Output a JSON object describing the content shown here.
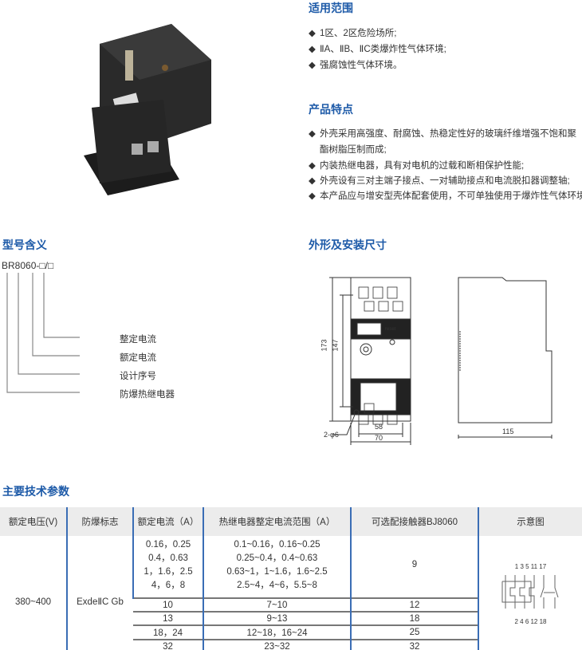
{
  "scope": {
    "title": "适用范围",
    "items": [
      "1区、2区危险场所;",
      "ⅡA、ⅡB、ⅡC类爆炸性气体环境;",
      "强腐蚀性气体环境。"
    ]
  },
  "features": {
    "title": "产品特点",
    "items": [
      "外壳采用高强度、耐腐蚀、热稳定性好的玻璃纤维增强不饱和聚酯树脂压制而成;",
      "内装热继电器，具有对电机的过载和断相保护性能;",
      "外壳设有三对主端子接点、一对辅助接点和电流脱扣器调整轴;",
      "本产品应与增安型壳体配套使用，不可单独使用于爆炸性气体环境。"
    ],
    "item1_line1": "外壳采用高强度、耐腐蚀、热稳定性好的玻璃纤维增强不饱和聚",
    "item1_line2": "酯树脂压制而成;"
  },
  "model": {
    "title": "型号含义",
    "code": "BR8060-□/□",
    "labels": [
      "整定电流",
      "额定电流",
      "设计序号",
      "防爆热继电器"
    ]
  },
  "dimensions": {
    "title": "外形及安装尺寸",
    "h173": "173",
    "h147": "147",
    "w58": "58",
    "w70": "70",
    "hole": "2-φ6",
    "depth": "115",
    "reset": "reset"
  },
  "specs": {
    "title": "主要技术参数",
    "headers": [
      "额定电压(V)",
      "防爆标志",
      "额定电流（A）",
      "热继电器整定电流范围（A）",
      "可选配接触器BJ8060",
      "示意图"
    ],
    "voltage": "380~400",
    "mark": "ExdeⅡC Gb",
    "rows": [
      {
        "current": [
          "0.16，0.25",
          "0.4，0.63",
          "1，1.6，2.5",
          "4，6，8"
        ],
        "range": [
          "0.1~0.16，0.16~0.25",
          "0.25~0.4，0.4~0.63",
          "0.63~1，1~1.6，1.6~2.5",
          "2.5~4，4~6，5.5~8"
        ],
        "contactor": "9"
      },
      {
        "current": [
          "10"
        ],
        "range": [
          "7~10"
        ],
        "contactor": "12"
      },
      {
        "current": [
          "13"
        ],
        "range": [
          "9~13"
        ],
        "contactor": "18"
      },
      {
        "current": [
          "18，24"
        ],
        "range": [
          "12~18，16~24"
        ],
        "contactor": "25"
      },
      {
        "current": [
          "32"
        ],
        "range": [
          "23~32"
        ],
        "contactor": "32"
      }
    ],
    "schematic_top": "1  3  5  11 17",
    "schematic_bottom": "2  4  6  12 18"
  }
}
